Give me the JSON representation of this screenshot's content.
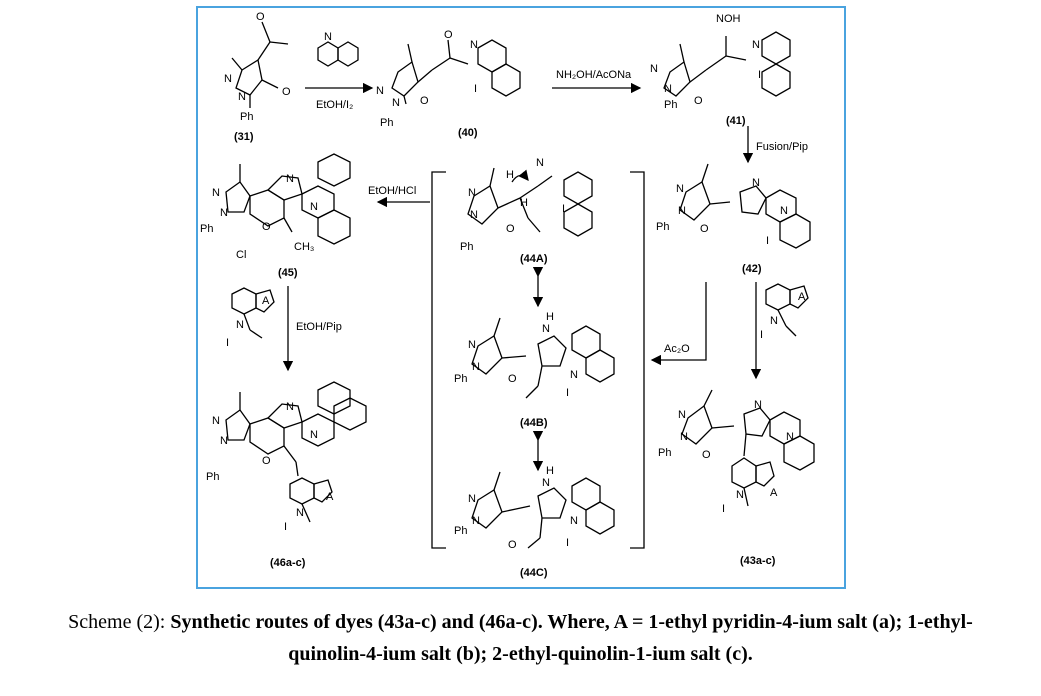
{
  "compounds": {
    "c31": "(31)",
    "c40": "(40)",
    "c41": "(41)",
    "c42": "(42)",
    "c43": "(43a-c)",
    "c44a": "(44A)",
    "c44b": "(44B)",
    "c44c": "(44C)",
    "c45": "(45)",
    "c46": "(46a-c)"
  },
  "reagents": {
    "quinoline_cond": "EtOH/I₂",
    "oxime": "NH₂OH/AcONa",
    "fusion": "Fusion/Pip",
    "acid": "EtOH/HCl",
    "ac2o": "Ac₂O",
    "base": "EtOH/Pip"
  },
  "atoms": {
    "o": "O",
    "n": "N",
    "ph": "Ph",
    "noh": "NOH",
    "h": "H",
    "iodide": "I",
    "chloride": "Cl",
    "ch3": "CH₃",
    "a": "A"
  },
  "caption": {
    "prefix": "Scheme (2): ",
    "line1": "Synthetic routes of dyes (43a-c) and (46a-c). Where, A = 1-ethyl pyridin-4-ium salt (a); 1-ethyl-",
    "line2": "quinolin-4-ium salt (b); 2-ethyl-quinolin-1-ium salt (c)."
  }
}
